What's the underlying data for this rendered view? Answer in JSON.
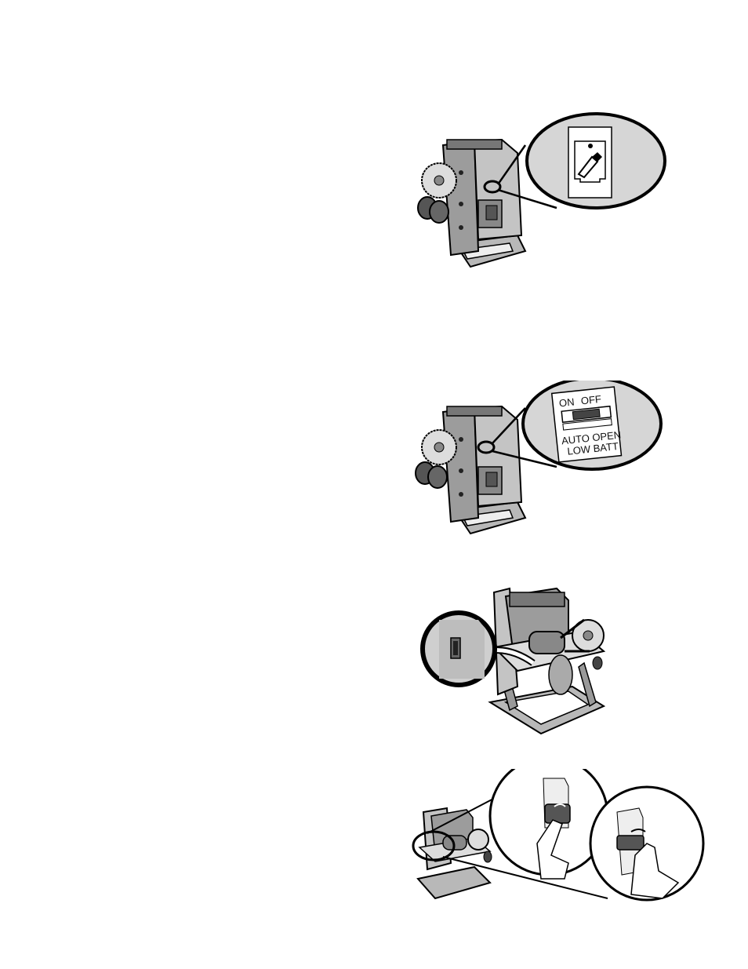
{
  "figures": [
    {
      "id": "fig1",
      "description_icon": "circuit-breaker-reset-icon"
    },
    {
      "id": "fig2",
      "switch_on": "ON",
      "switch_off": "OFF",
      "switch_line1": "AUTO OPEN",
      "switch_line2": "LOW BATT"
    },
    {
      "id": "fig3",
      "description_icon": "rocker-switch-icon"
    },
    {
      "id": "fig4",
      "description_icon": "pressing-switch-icon"
    }
  ],
  "colors": {
    "metal": "#a8a8a8",
    "metal_dark": "#6e6e6e",
    "metal_light": "#cfcfcf",
    "callout_fill": "#d6d6d6",
    "outline": "#000000"
  }
}
